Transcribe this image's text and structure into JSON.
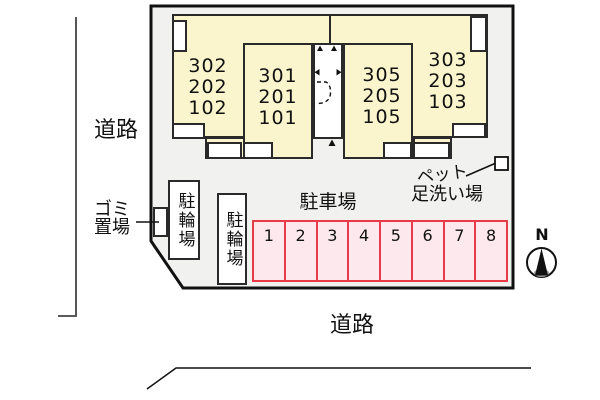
{
  "title": "site-layout-map",
  "colors": {
    "site_fill": "#f1f1ef",
    "outline": "#111111",
    "building_fill": "#faf5cd",
    "building_border": "#2a2a2a",
    "parking_fill": "#fde9ed",
    "parking_border": "#e83b47",
    "compass_base": "#9a9a9a"
  },
  "roads": {
    "left_label": "道路",
    "bottom_label": "道路"
  },
  "building": {
    "units": [
      {
        "name": "unit-302-202-102",
        "label": "302\n202\n102"
      },
      {
        "name": "unit-301-201-101",
        "label": "301\n201\n101"
      },
      {
        "name": "unit-305-205-105",
        "label": "305\n205\n105"
      },
      {
        "name": "unit-303-203-103",
        "label": "303\n203\n103"
      }
    ]
  },
  "facilities": {
    "garbage_label": "ゴミ\n置場",
    "bicycle_parking_1": "駐輪場",
    "bicycle_parking_2": "駐輪場",
    "car_parking_label": "駐車場",
    "pet_wash_line1": "ペット",
    "pet_wash_line2": "足洗い場"
  },
  "parking": {
    "spaces": [
      "1",
      "2",
      "3",
      "4",
      "5",
      "6",
      "7",
      "8"
    ]
  },
  "compass": {
    "north_label": "N"
  }
}
